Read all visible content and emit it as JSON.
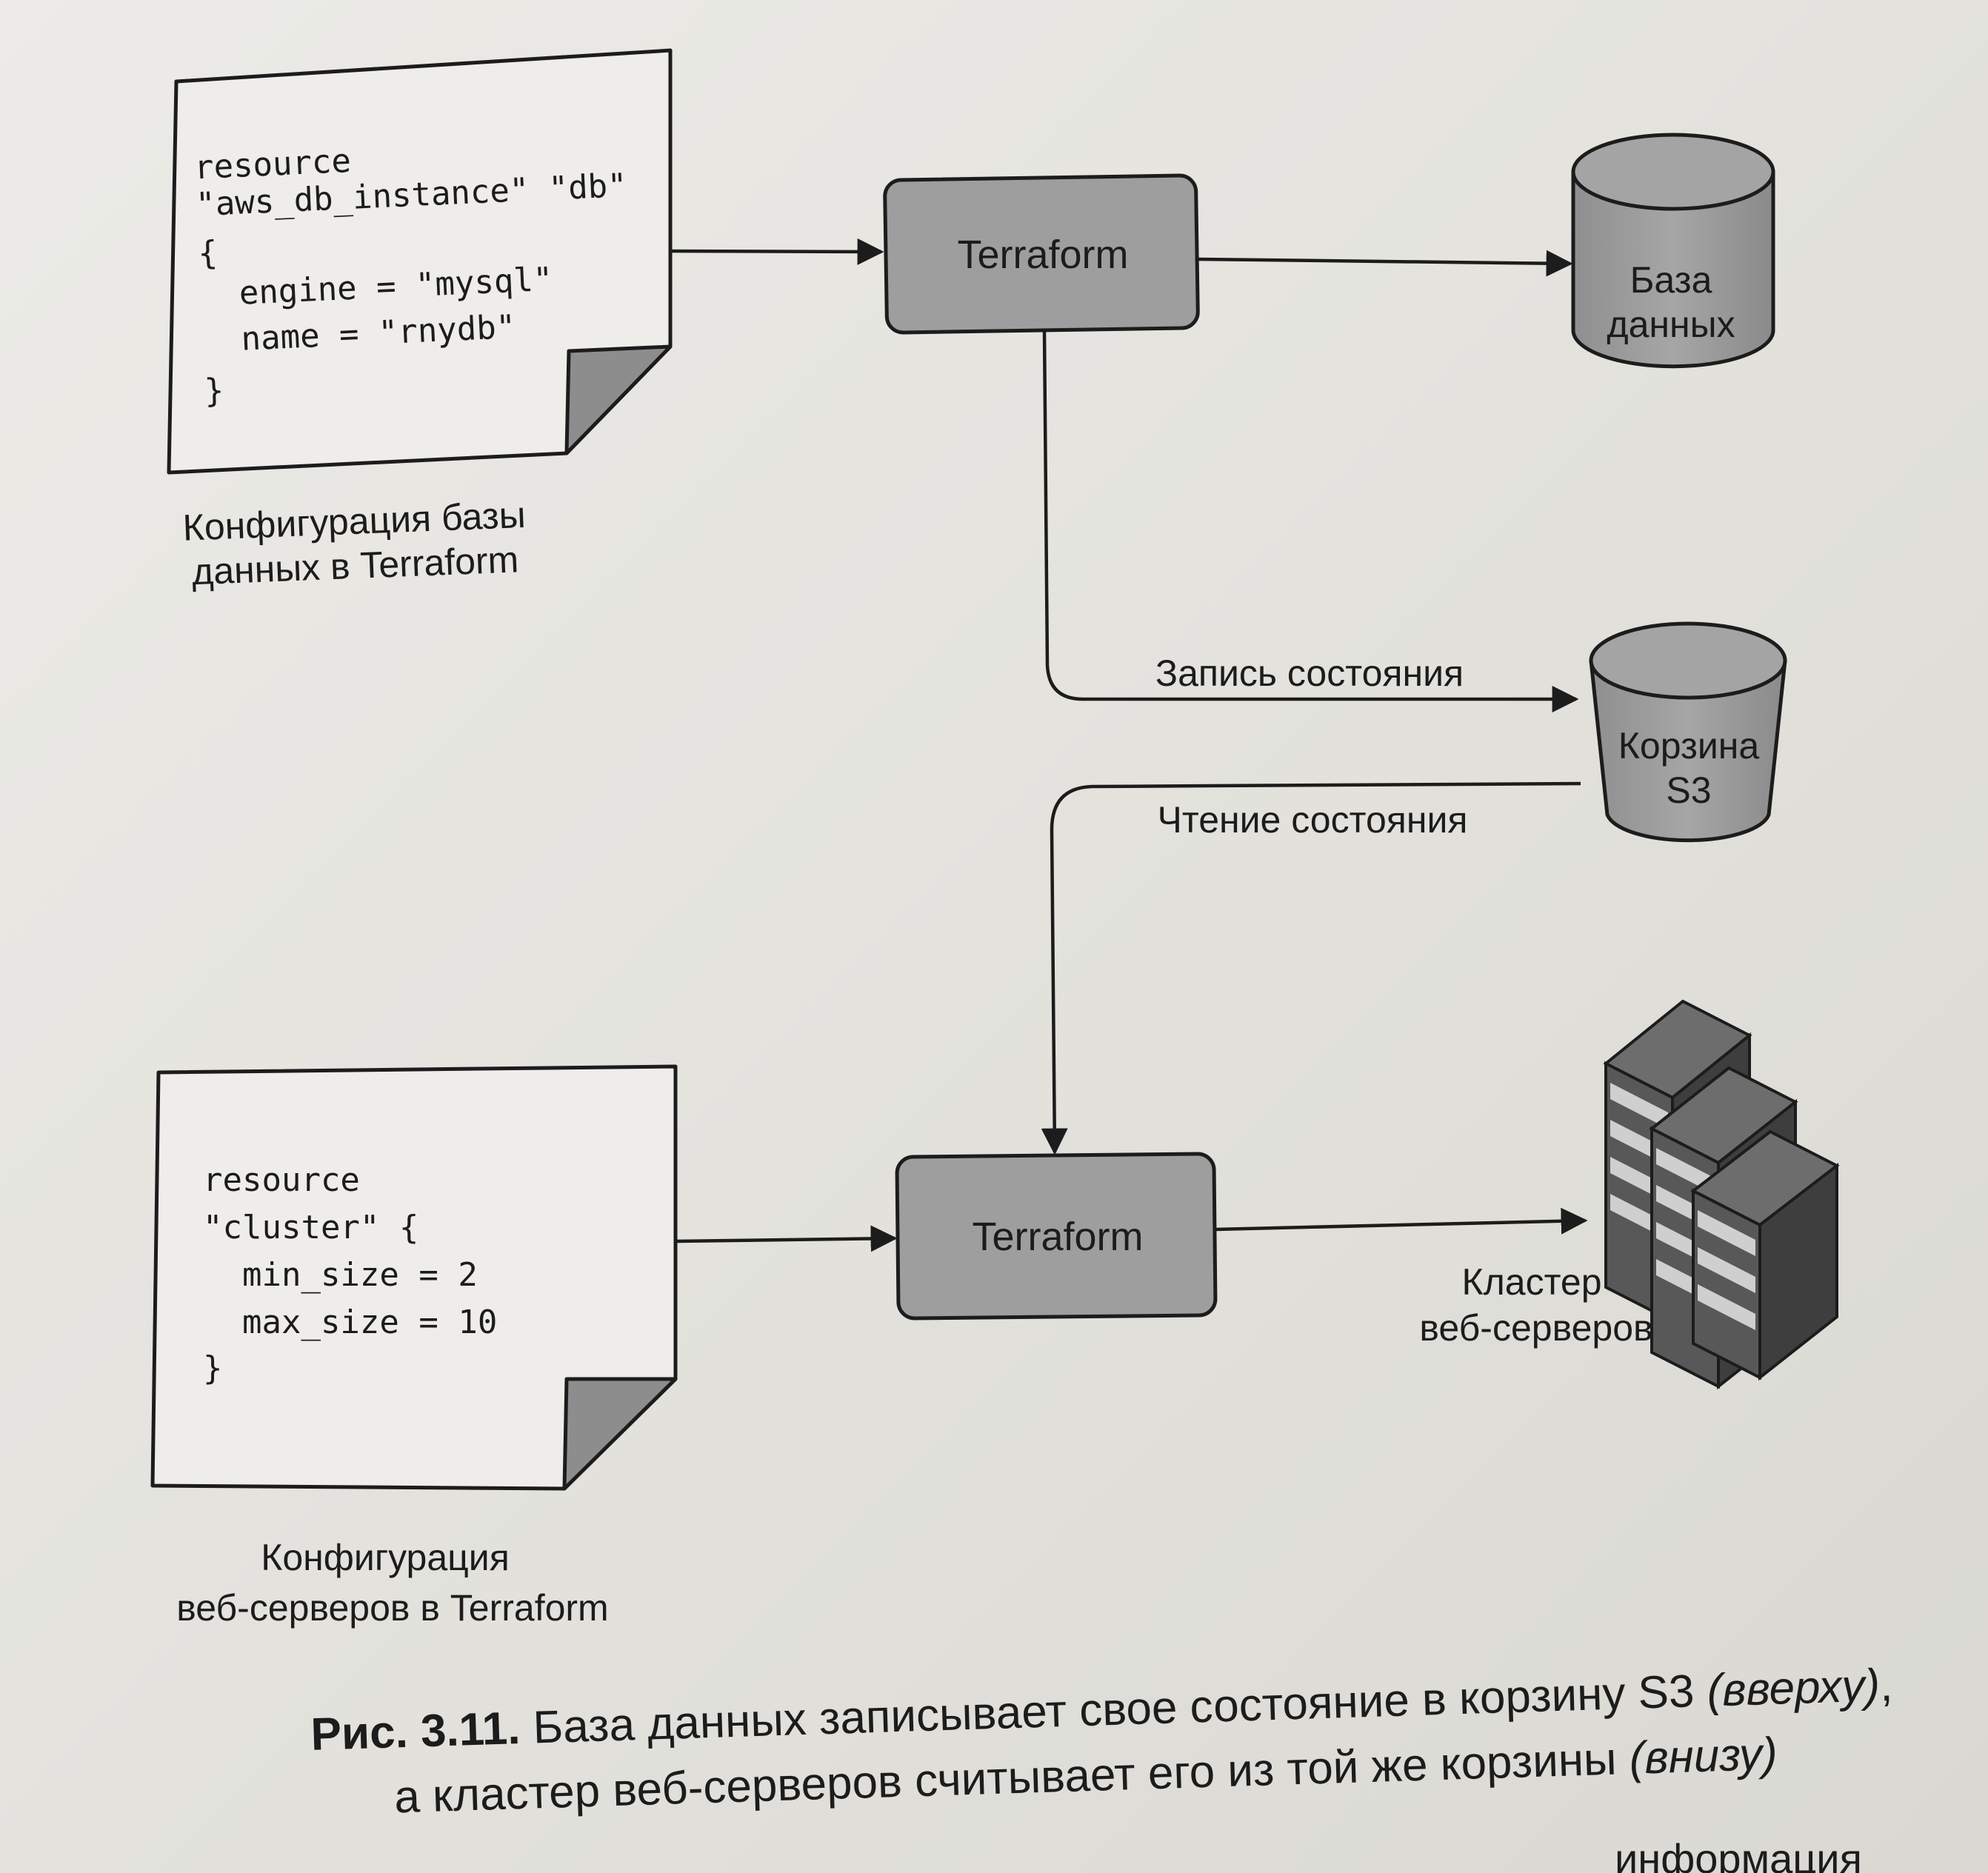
{
  "db_config": {
    "code_lines": [
      "resource",
      "\"aws_db_instance\" \"db\"",
      "{",
      "  engine = \"mysql\"",
      "  name = \"rnydb\"",
      "}"
    ],
    "label_lines": [
      "Конфигурация базы",
      "данных в Terraform"
    ]
  },
  "web_config": {
    "code_lines": [
      "resource",
      "\"cluster\" {",
      "  min_size = 2",
      "  max_size = 10",
      "}"
    ],
    "label_lines": [
      "Конфигурация",
      "веб-серверов в Terraform"
    ]
  },
  "terraform_top": {
    "label": "Terraform"
  },
  "terraform_bottom": {
    "label": "Terraform"
  },
  "database": {
    "label_lines": [
      "База",
      "данных"
    ]
  },
  "s3_bucket": {
    "label_lines": [
      "Корзина",
      "S3"
    ]
  },
  "edges": {
    "write_state": "Запись состояния",
    "read_state": "Чтение состояния"
  },
  "web_cluster": {
    "label_lines": [
      "Кластер",
      "веб-серверов"
    ]
  },
  "caption": {
    "number": "Рис. 3.11.",
    "line1_text": " База данных записывает свое состояние в корзину S3 ",
    "line1_italic": "(вверху)",
    "line1_end": ",",
    "line2_text": "а кластер веб-серверов считывает его из той же корзины ",
    "line2_italic": "(внизу)"
  },
  "footer_fragment": "информация",
  "colors": {
    "box_fill": "#9e9e9e",
    "stroke": "#1c1c1c",
    "paper": "#e8e7e3"
  }
}
